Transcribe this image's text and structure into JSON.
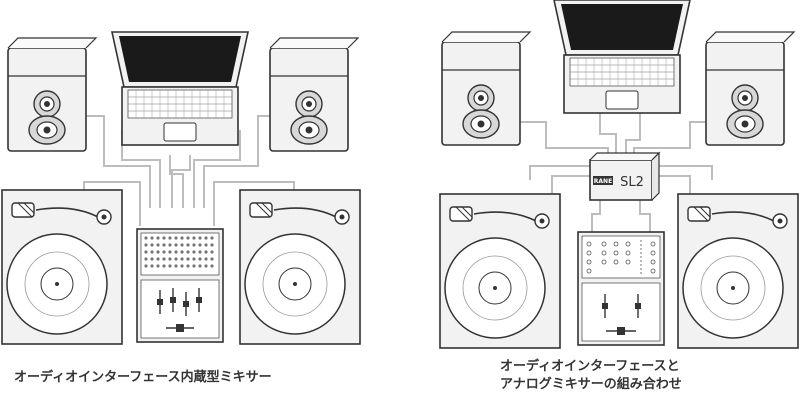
{
  "captions": {
    "left": "オーディオインターフェース内蔵型ミキサー",
    "right_line1": "オーディオインターフェースと",
    "right_line2": "アナログミキサーの組み合わせ"
  },
  "interface_box": {
    "brand": "RANE",
    "model": "SL2"
  },
  "colors": {
    "stroke": "#333333",
    "cable": "#bdbdbd",
    "device_fill": "#f2f2f2",
    "panel_fill": "#ffffff",
    "screen": "#1a1a1a"
  }
}
